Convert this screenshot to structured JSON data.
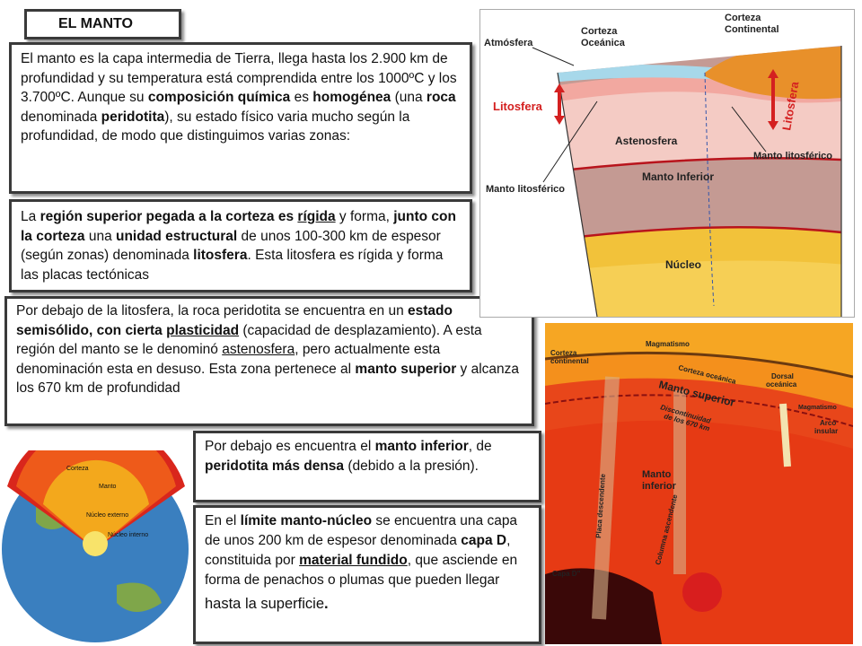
{
  "title": "EL MANTO",
  "p1": {
    "a": "El manto es la capa intermedia de Tierra, llega hasta los 2.900 km de profundidad y su temperatura está comprendida entre los 1000ºC y los 3.700ºC. Aunque su ",
    "b1": "composición química",
    "c": " es ",
    "b2": "homogénea",
    "d": " (una ",
    "b3": "roca",
    "e": " denominada ",
    "b4": "peridotita",
    "f": "), su estado físico varia mucho según la profundidad, de modo que distinguimos varias zonas:"
  },
  "p2": {
    "a": "La ",
    "b1": "región superior pegada a la corteza es ",
    "u1": "rígida",
    "c": " y forma, ",
    "b2": "junto con la corteza",
    "d": " una ",
    "b3": "unidad estructural",
    "e": " de unos 100-300 km de espesor (según zonas) denominada ",
    "b4": "litosfera",
    "f": ". Esta litosfera es rígida y forma las placas tectónicas"
  },
  "p3": {
    "a": "Por debajo de la litosfera, la roca peridotita se encuentra en un ",
    "b1": "estado semisólido, con cierta ",
    "u1": "plasticidad",
    "c": " (capacidad de desplazamiento).  A esta región del manto se le denominó ",
    "u2": "astenosfera",
    "d": ", pero actualmente esta denominación esta en desuso. Esta zona pertenece al ",
    "b2": "manto superior",
    "e": " y  alcanza los 670 km de profundidad"
  },
  "p4": {
    "a": "Por debajo es encuentra el ",
    "b1": "manto inferior",
    "c": ", de ",
    "b2": "peridotita más densa",
    "d": " (debido a la presión)."
  },
  "p5": {
    "a": "En el ",
    "b1": "límite manto-núcleo",
    "c": " se encuentra una capa de unos 200 km de espesor denominada ",
    "b2": "capa D",
    "d": ", constituida por ",
    "u1": "material fundido",
    "e": ", que asciende en forma de  penachos o plumas que pueden llegar ",
    "f": "hasta la superficie",
    "g": "."
  },
  "fig1": {
    "atmosfera": "Atmósfera",
    "corteza_oceanica_1": "Corteza",
    "corteza_oceanica_2": "Oceánica",
    "corteza_continental_1": "Corteza",
    "corteza_continental_2": "Continental",
    "litosfera_left": "Litosfera",
    "litosfera_right": "Litosfera",
    "astenosfera": "Astenosfera",
    "manto_litosferico_right": "Manto litosférico",
    "manto_litosferico_left": "Manto litosférico",
    "manto_inferior": "Manto Inferior",
    "nucleo": "Núcleo",
    "colors": {
      "core": "#f2c23a",
      "lower_mantle": "#c79b94",
      "astheno": "#f3c9c3",
      "continent": "#e8902a",
      "ocean": "#a7d8ea",
      "litho_line": "#2e8b2e",
      "red_label": "#d42020"
    }
  },
  "fig2": {
    "magmatismo_top": "Magmatismo",
    "corteza_continental_1": "Corteza",
    "corteza_continental_2": "continental",
    "corteza_oceanica": "Corteza  oceánica",
    "dorsal_1": "Dorsal",
    "dorsal_2": "oceánica",
    "magmatismo_right": "Magmatismo",
    "arco_1": "Arco",
    "arco_2": "insular",
    "manto_superior": "Manto  superior",
    "discontinuidad_1": "Discontinuidad",
    "discontinuidad_2": "de los 670 km",
    "manto_inferior_1": "Manto",
    "manto_inferior_2": "inferior",
    "placa": "Placa descendente",
    "columna": "Columna ascendente",
    "capa": "Capa D\""
  },
  "fig3": {
    "corteza": "Corteza",
    "manto": "Manto",
    "nucleo_externo": "Núcleo externo",
    "nucleo_interno": "Núcleo interno"
  }
}
